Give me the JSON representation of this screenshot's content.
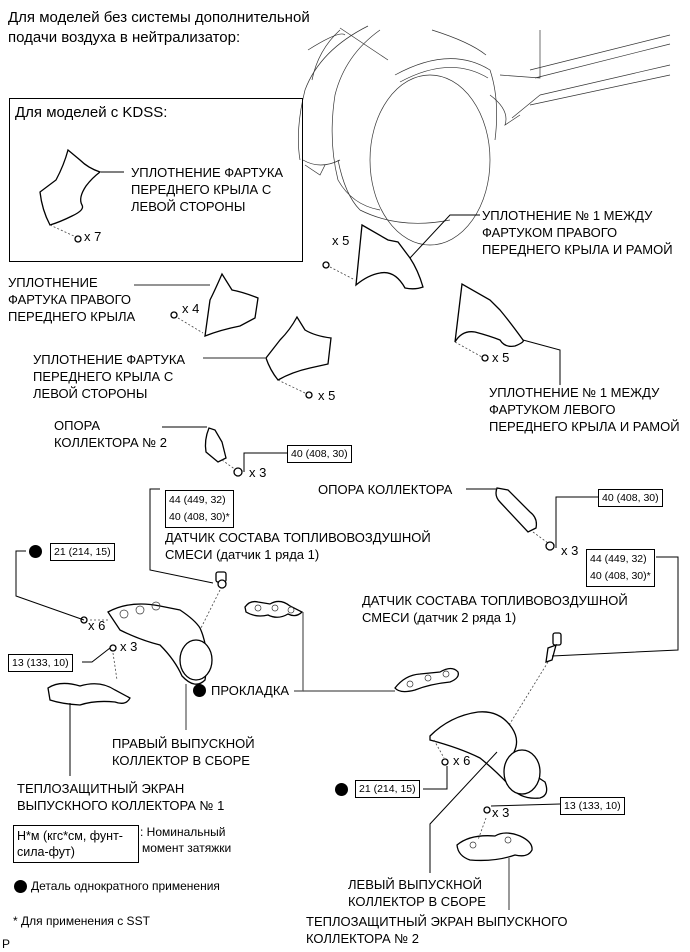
{
  "header": {
    "note_line1": "Для моделей без системы дополнительной",
    "note_line2": "подачи воздуха в нейтрализатор:"
  },
  "kdss_panel": {
    "title": "Для моделей с KDSS:",
    "part_label": [
      "УПЛОТНЕНИЕ ФАРТУКА",
      "ПЕРЕДНЕГО КРЫЛА С",
      "ЛЕВОЙ СТОРОНЫ"
    ],
    "qty": "x 7"
  },
  "parts": {
    "seal_no1_right": {
      "label": [
        "УПЛОТНЕНИЕ № 1 МЕЖДУ",
        "ФАРТУКОМ ПРАВОГО",
        "ПЕРЕДНЕГО КРЫЛА И РАМОЙ"
      ],
      "qty": "x 5"
    },
    "seal_right_fender": {
      "label": [
        "УПЛОТНЕНИЕ",
        "ФАРТУКА ПРАВОГО",
        "ПЕРЕДНЕГО КРЫЛА"
      ],
      "qty": "x 4"
    },
    "seal_left_fender": {
      "label": [
        "УПЛОТНЕНИЕ ФАРТУКА",
        "ПЕРЕДНЕГО КРЫЛА С",
        "ЛЕВОЙ СТОРОНЫ"
      ],
      "qty": "x 5"
    },
    "seal_no1_left": {
      "label": [
        "УПЛОТНЕНИЕ № 1 МЕЖДУ",
        "ФАРТУКОМ ЛЕВОГО",
        "ПЕРЕДНЕГО КРЫЛА И РАМОЙ"
      ],
      "qty": "x 5"
    },
    "manifold_stay_no2": {
      "label": [
        "ОПОРА",
        "КОЛЛЕКТОРА № 2"
      ],
      "qty": "x 3",
      "torque": "40 (408, 30)"
    },
    "manifold_stay": {
      "label": [
        "ОПОРА КОЛЛЕКТОРА"
      ],
      "qty": "x 3",
      "torque": "40 (408, 30)"
    },
    "af_sensor_bank1": {
      "label": [
        "ДАТЧИК СОСТАВА ТОПЛИВОВОЗДУШНОЙ",
        "СМЕСИ (датчик 1 ряда 1)"
      ],
      "torque": [
        "44 (449, 32)",
        "40 (408, 30)*"
      ]
    },
    "af_sensor_bank2": {
      "label": [
        "ДАТЧИК СОСТАВА ТОПЛИВОВОЗДУШНОЙ",
        "СМЕСИ (датчик 2 ряда 1)"
      ],
      "torque": [
        "44 (449, 32)",
        "40 (408, 30)*"
      ]
    },
    "right_manifold_nuts": {
      "qty": "x 6",
      "torque": "21 (214, 15)"
    },
    "heat_insulator_no1_bolts": {
      "qty": "x 3",
      "torque": "13 (133, 10)"
    },
    "gasket": {
      "label": "ПРОКЛАДКА"
    },
    "right_manifold": {
      "label": [
        "ПРАВЫЙ ВЫПУСКНОЙ",
        "КОЛЛЕКТОР В СБОРЕ"
      ]
    },
    "heat_insulator_no1": {
      "label": [
        "ТЕПЛОЗАЩИТНЫЙ ЭКРАН",
        "ВЫПУСКНОГО КОЛЛЕКТОРА № 1"
      ]
    },
    "left_manifold_nuts": {
      "qty": "x 6",
      "torque": "21 (214, 15)"
    },
    "heat_insulator_no2_bolts": {
      "qty": "x 3",
      "torque": "13 (133, 10)"
    },
    "left_manifold": {
      "label": [
        "ЛЕВЫЙ ВЫПУСКНОЙ",
        "КОЛЛЕКТОР В СБОРЕ"
      ]
    },
    "heat_insulator_no2": {
      "label": [
        "ТЕПЛОЗАЩИТНЫЙ ЭКРАН ВЫПУСКНОГО",
        "КОЛЛЕКТОРА № 2"
      ]
    }
  },
  "legend": {
    "torque_unit_box": [
      "Н*м (кгс*см, фунт-",
      "сила-фут)"
    ],
    "torque_unit_desc": [
      ": Номинальный",
      "момент затяжки"
    ],
    "non_reusable": "Деталь однократного применения",
    "sst_note": "* Для применения с SST"
  },
  "footer": {
    "code": "P"
  }
}
